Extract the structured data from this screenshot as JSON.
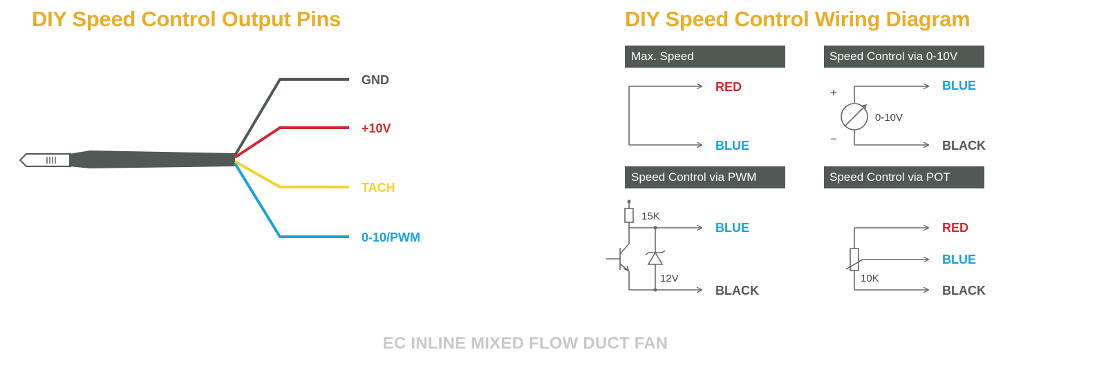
{
  "titles": {
    "output_pins": "DIY Speed Control Output Pins",
    "wiring": "DIY Speed Control Wiring Diagram"
  },
  "pins": {
    "gnd": "GND",
    "plus10v": "+10V",
    "tach": "TACH",
    "pwm": "0-10/PWM"
  },
  "panels": {
    "max_speed": {
      "header": "Max. Speed",
      "top": "RED",
      "bottom": "BLUE"
    },
    "ctrl_0_10v": {
      "header": "Speed Control via 0-10V",
      "top": "BLUE",
      "bottom": "BLACK",
      "meter": "0-10V",
      "plus": "+",
      "minus": "−"
    },
    "ctrl_pwm": {
      "header": "Speed Control via PWM",
      "top": "BLUE",
      "bottom": "BLACK",
      "resistor": "15K",
      "zener": "12V"
    },
    "ctrl_pot": {
      "header": "Speed Control via POT",
      "top": "RED",
      "middle": "BLUE",
      "bottom": "BLACK",
      "pot": "10K"
    }
  },
  "footer": "EC INLINE MIXED FLOW DUCT FAN",
  "colors": {
    "title": "#e8ad2c",
    "gnd": "#505955",
    "red": "#d02a2d",
    "yellow": "#f3d22c",
    "blue": "#1aa3d4",
    "header_bg": "#515955",
    "line": "#666666",
    "footer": "#c8c8c8"
  }
}
